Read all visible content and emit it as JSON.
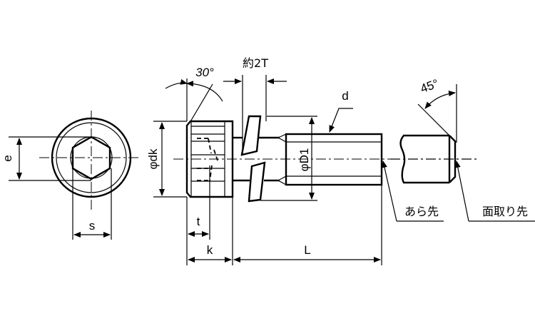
{
  "labels": {
    "e": "e",
    "s": "s",
    "dk": "φdk",
    "angle30": "30°",
    "approx2T": "約2T",
    "d": "d",
    "D1": "φD1",
    "t": "t",
    "k": "k",
    "L": "L",
    "angle45": "45°",
    "rough_end": "あら先",
    "chamfered_end": "面取り先"
  }
}
